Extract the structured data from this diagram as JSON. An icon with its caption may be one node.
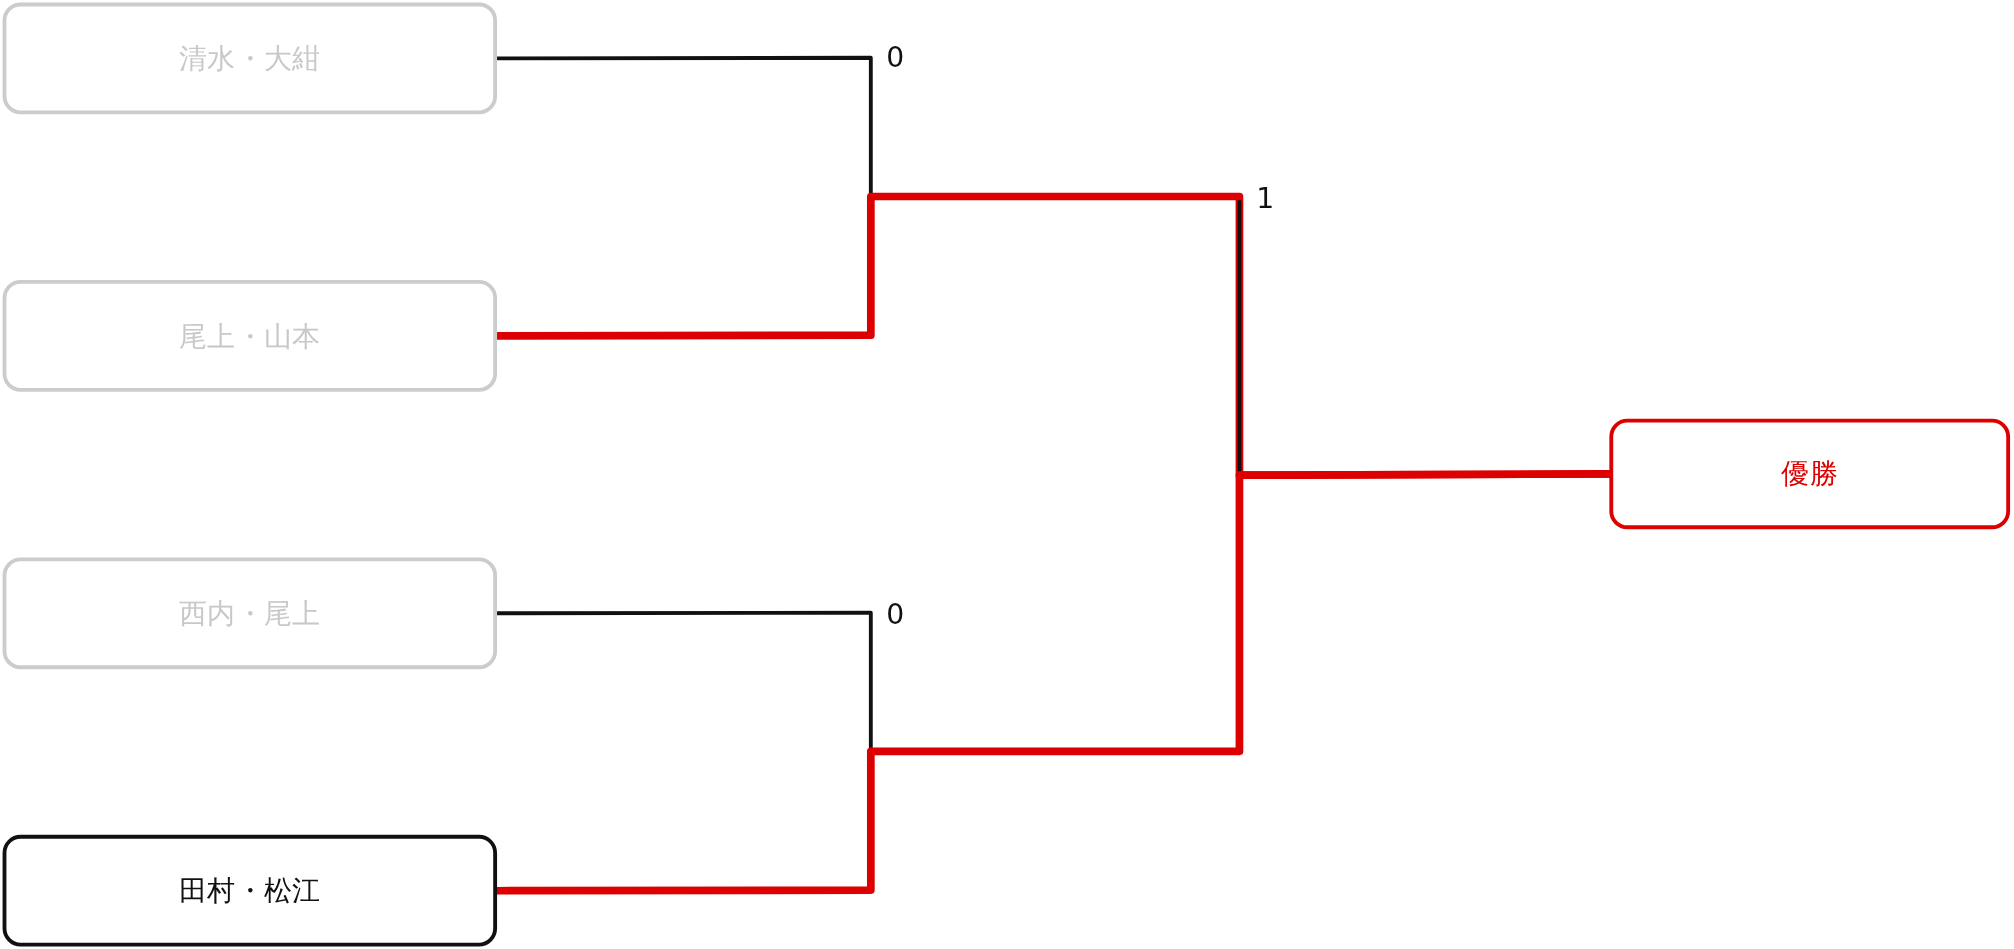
{
  "diagram": {
    "nodes": [
      {
        "text": [
          "清水・大紺"
        ]
      },
      {
        "text": [
          "尾上・山本"
        ]
      },
      {
        "text": [
          "西内・尾上"
        ]
      },
      {
        "text": [
          "田村・松江"
        ]
      },
      {
        "text": [
          "優勝"
        ]
      }
    ],
    "edges": [
      {
        "from": 0,
        "to": 4,
        "arrow": "none"
      },
      {
        "from": 1,
        "to": 4,
        "arrow": "none",
        "style": "thick",
        "color": "#dd0000"
      },
      {
        "from": 2,
        "to": 4,
        "arrow": "none"
      },
      {
        "from": 3,
        "to": 4,
        "arrow": "none",
        "style": "thick",
        "color": "#dd0000"
      }
    ],
    "labels": [
      "0",
      "1",
      "0"
    ]
  }
}
